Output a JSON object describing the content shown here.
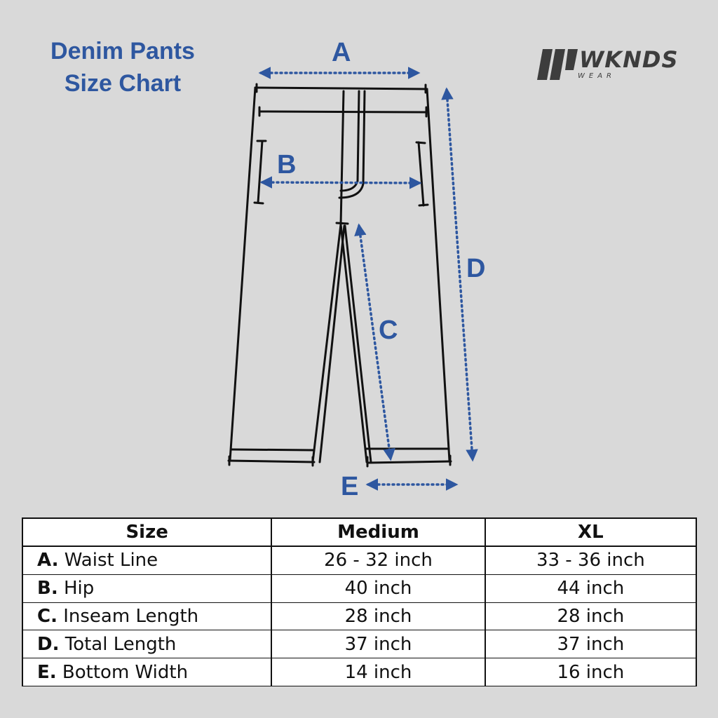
{
  "title": {
    "line1": "Denim Pants",
    "line2": "Size Chart"
  },
  "brand": {
    "name": "WKNDS",
    "sub": "WEAR"
  },
  "diagram": {
    "labels": [
      "A",
      "B",
      "C",
      "D",
      "E"
    ]
  },
  "colors": {
    "accent": "#2e57a0",
    "background": "#d9d9d9",
    "line": "#111111"
  },
  "table": {
    "headers": [
      "Size",
      "Medium",
      "XL"
    ],
    "rows": [
      {
        "letter": "A.",
        "name": "Waist Line",
        "medium": "26 - 32 inch",
        "xl": "33 - 36 inch"
      },
      {
        "letter": "B.",
        "name": "Hip",
        "medium": "40 inch",
        "xl": "44 inch"
      },
      {
        "letter": "C.",
        "name": "Inseam Length",
        "medium": "28 inch",
        "xl": "28 inch"
      },
      {
        "letter": "D.",
        "name": "Total Length",
        "medium": "37 inch",
        "xl": "37 inch"
      },
      {
        "letter": "E.",
        "name": "Bottom Width",
        "medium": "14 inch",
        "xl": "16 inch"
      }
    ]
  }
}
